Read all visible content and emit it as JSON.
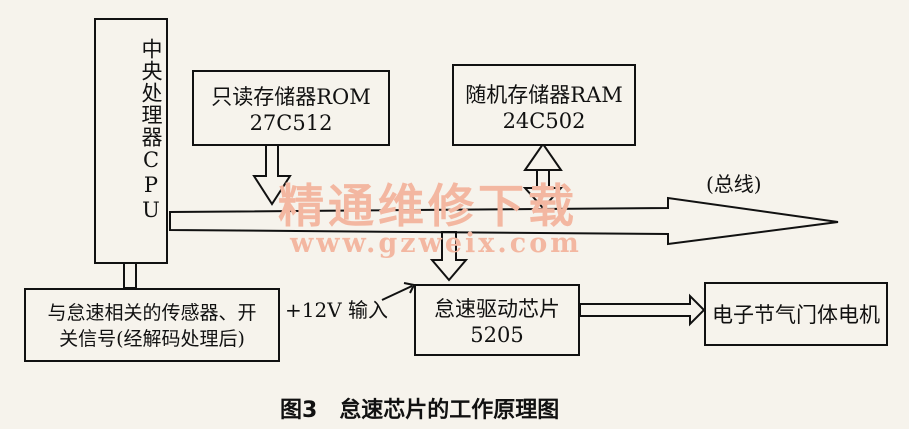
{
  "diagram": {
    "cpu": {
      "label": "中央处理器CPU"
    },
    "rom": {
      "line1": "只读存储器ROM",
      "line2": "27C512"
    },
    "ram": {
      "line1": "随机存储器RAM",
      "line2": "24C502"
    },
    "bus": {
      "label": "(总线)"
    },
    "sensor": {
      "line1": "与怠速相关的传感器、开",
      "line2": "关信号(经解码处理后)"
    },
    "power": {
      "label": "+12V 输入"
    },
    "driver": {
      "line1": "怠速驱动芯片",
      "line2": "5205"
    },
    "motor": {
      "label": "电子节气门体电机"
    },
    "caption": "图3　怠速芯片的工作原理图"
  },
  "watermark": {
    "line1": "精通维修下载",
    "line2": "www.gzweix.com",
    "color": "#f3b7a1"
  }
}
